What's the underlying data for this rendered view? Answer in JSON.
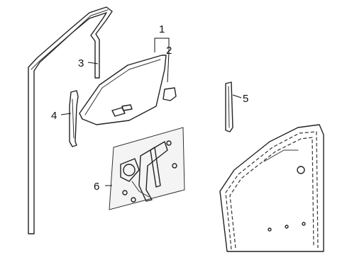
{
  "callouts": [
    {
      "id": "c1",
      "label": "1"
    },
    {
      "id": "c2",
      "label": "2"
    },
    {
      "id": "c3",
      "label": "3"
    },
    {
      "id": "c4",
      "label": "4"
    },
    {
      "id": "c5",
      "label": "5"
    },
    {
      "id": "c6",
      "label": "6"
    }
  ],
  "colors": {
    "line": "#222222",
    "background": "#ffffff",
    "panel_fill": "#f4f4f4"
  }
}
